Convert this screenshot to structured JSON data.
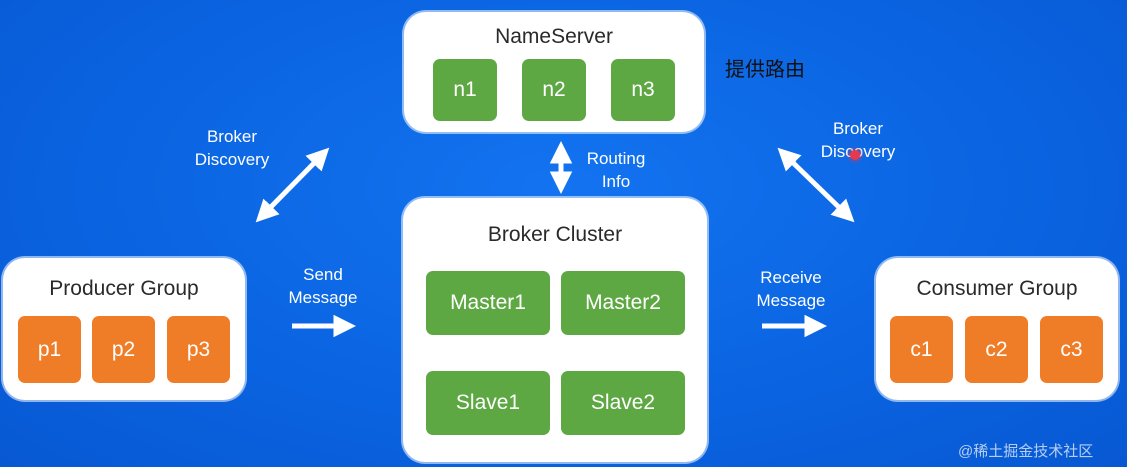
{
  "nameserver": {
    "title": "NameServer",
    "nodes": [
      "n1",
      "n2",
      "n3"
    ]
  },
  "broker_cluster": {
    "title": "Broker Cluster",
    "masters": [
      "Master1",
      "Master2"
    ],
    "slaves": [
      "Slave1",
      "Slave2"
    ]
  },
  "producer_group": {
    "title": "Producer Group",
    "nodes": [
      "p1",
      "p2",
      "p3"
    ]
  },
  "consumer_group": {
    "title": "Consumer Group",
    "nodes": [
      "c1",
      "c2",
      "c3"
    ]
  },
  "labels": {
    "broker_discovery_left": [
      "Broker",
      "Discovery"
    ],
    "broker_discovery_right": [
      "Broker",
      "Discovery"
    ],
    "routing_info": [
      "Routing",
      "Info"
    ],
    "send_message": [
      "Send",
      "Message"
    ],
    "receive_message": [
      "Receive",
      "Message"
    ]
  },
  "note_zh": "提供路由",
  "watermark": "@稀土掘金技术社区",
  "colors": {
    "background": "#0a63e0",
    "panel": "#ffffff",
    "green_node": "#5ea843",
    "orange_node": "#ef7d27",
    "arrow": "#ffffff"
  }
}
